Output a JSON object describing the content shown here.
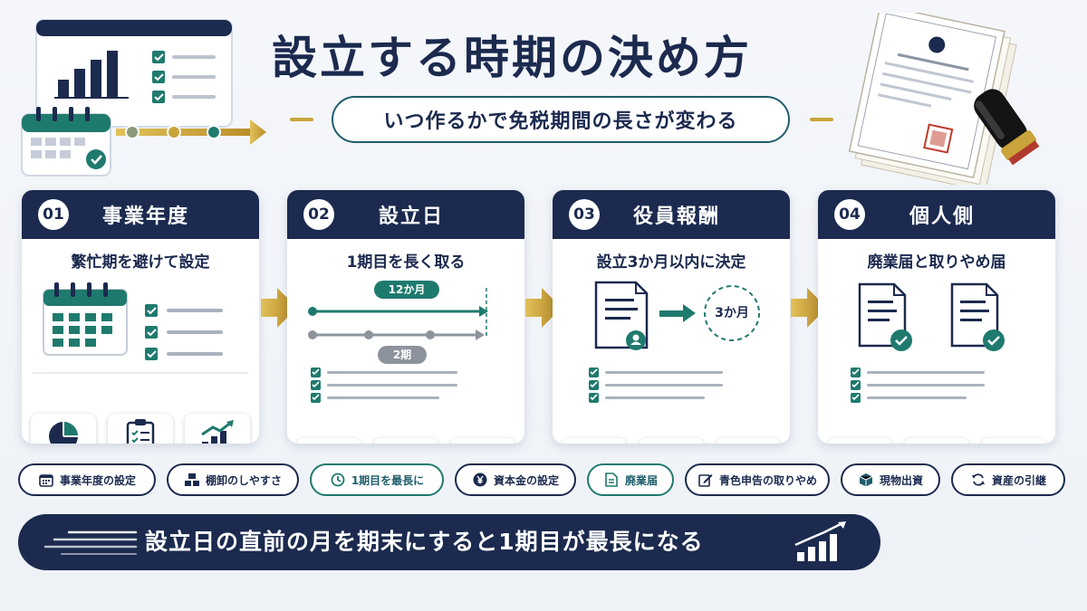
{
  "header": {
    "title": "設立する時期の決め方",
    "subtitle": "いつ作るかで免税期間の長さが変わる"
  },
  "steps": [
    {
      "number": "01",
      "title": "事業年度",
      "subtitle": "繁忙期を避けて設定",
      "icons": [
        "pie-chart-icon",
        "checklist-clipboard-icon",
        "growth-bar-chart-icon"
      ]
    },
    {
      "number": "02",
      "title": "設立日",
      "subtitle": "1期目を長く取る",
      "timeline_long_label": "12か月",
      "timeline_short_label": "2期",
      "icons": [
        "calendar-icon",
        "hourglass-icon",
        "bar-chart-icon"
      ]
    },
    {
      "number": "03",
      "title": "役員報酬",
      "subtitle": "設立3か月以内に決定",
      "deadline_label": "3か月",
      "icons": [
        "person-icon",
        "yen-coin-icon",
        "shield-check-icon"
      ]
    },
    {
      "number": "04",
      "title": "個人側",
      "subtitle": "廃業届と取りやめ届",
      "icons": [
        "house-icon",
        "person-icon",
        "folder-icon"
      ]
    }
  ],
  "tags": [
    {
      "label": "事業年度の設定",
      "icon": "calendar-icon"
    },
    {
      "label": "棚卸のしやすさ",
      "icon": "boxes-icon"
    },
    {
      "label": "1期目を最長に",
      "icon": "clock-icon"
    },
    {
      "label": "資本金の設定",
      "icon": "yen-icon"
    },
    {
      "label": "廃業届",
      "icon": "document-icon"
    },
    {
      "label": "青色申告の取りやめ",
      "icon": "edit-icon"
    },
    {
      "label": "現物出資",
      "icon": "box-icon"
    },
    {
      "label": "資産の引継",
      "icon": "transfer-icon"
    }
  ],
  "banner": {
    "text": "設立日の直前の月を期末にすると1期目が最長になる"
  },
  "colors": {
    "navy": "#1b2a4e",
    "teal": "#1f7a6e",
    "gold": "#c9a43a",
    "seal_red": "#c0392b"
  }
}
